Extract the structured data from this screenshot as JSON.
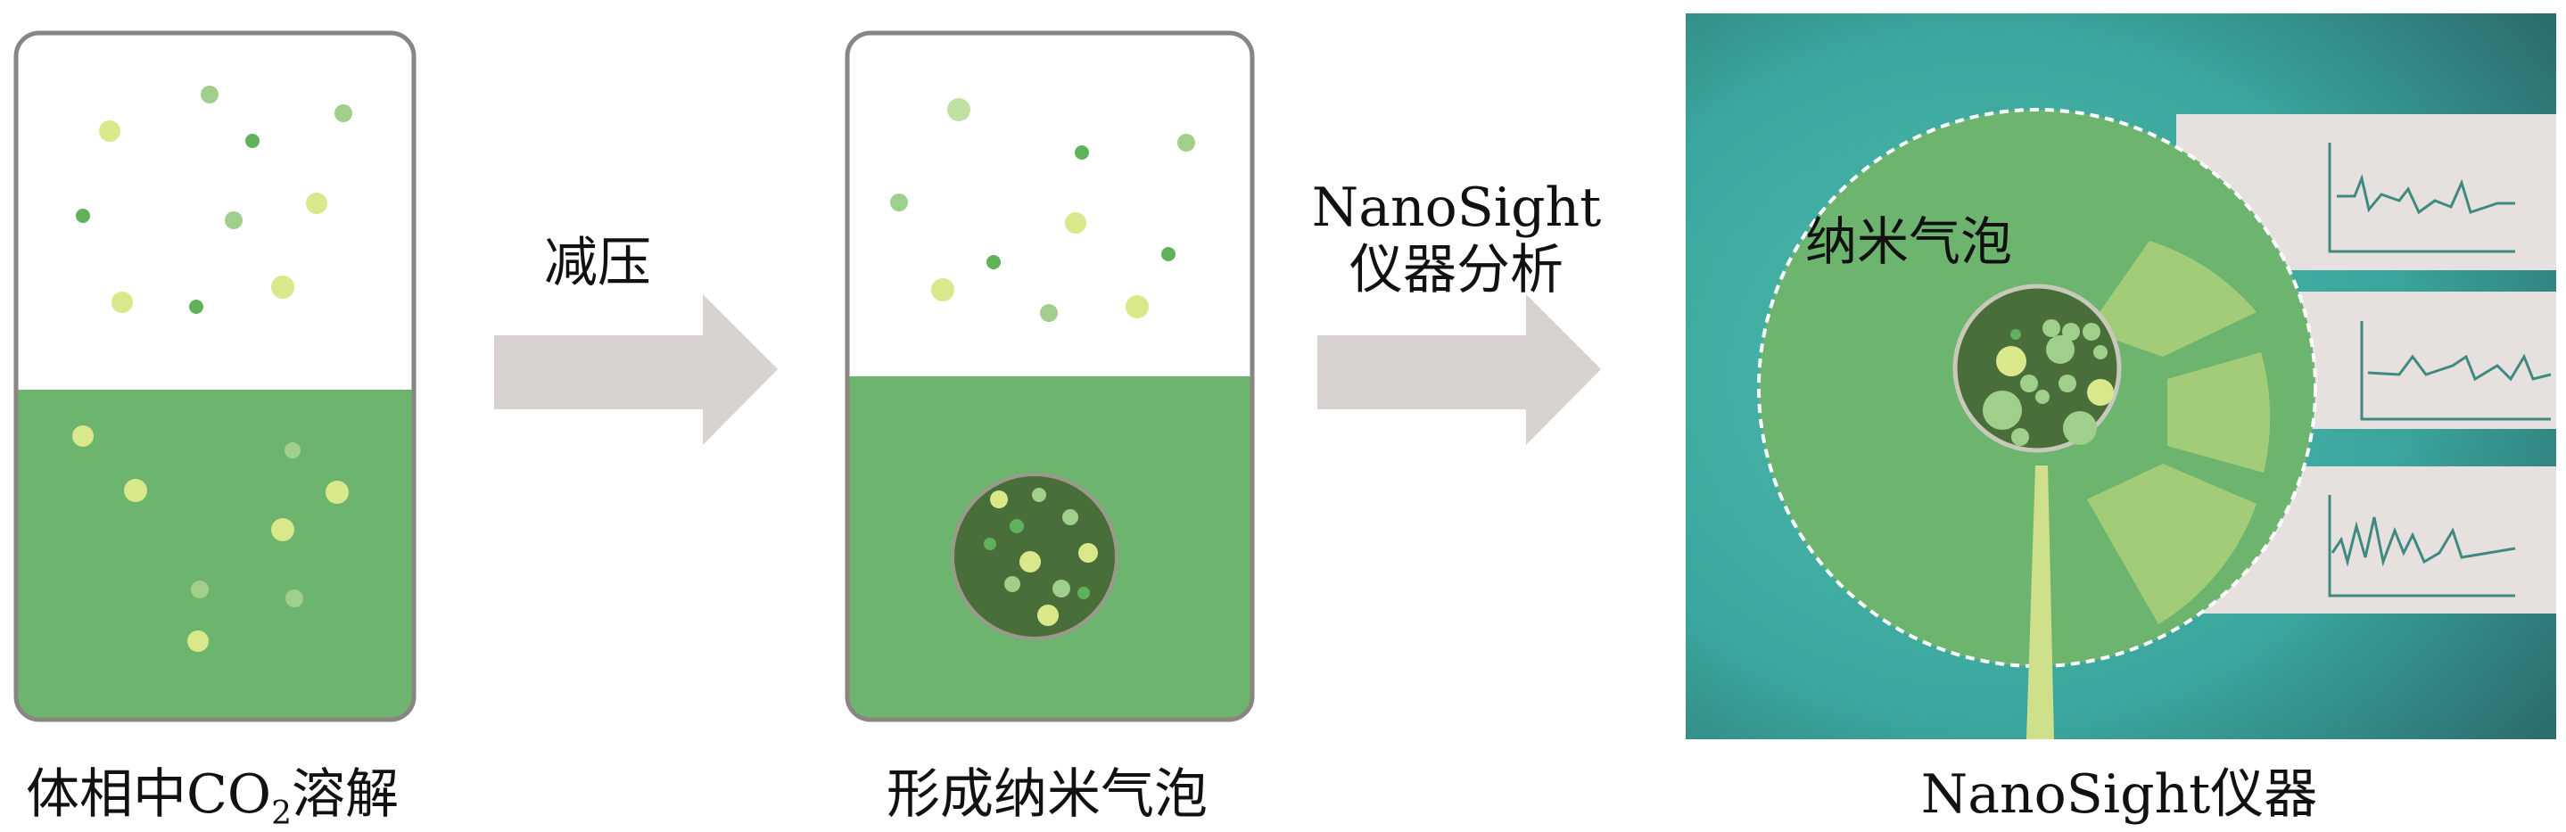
{
  "labels": {
    "step1_arrow": "减压",
    "step2_arrow_line1": "NanoSight",
    "step2_arrow_line2": "仪器分析",
    "inner_label": "纳米气泡"
  },
  "captions": {
    "panel1_prefix": "体相中CO",
    "panel1_sub": "2",
    "panel1_suffix": "溶解",
    "panel2": "形成纳米气泡",
    "panel3": "NanoSight仪器"
  },
  "colors": {
    "green": "#6db56f",
    "dark_green": "#4a6e3a",
    "light_green": "#a3cc78",
    "teal": "#3fa9a0",
    "arrow": "#d8d2d0",
    "panel_gray": "#e6e1df"
  }
}
